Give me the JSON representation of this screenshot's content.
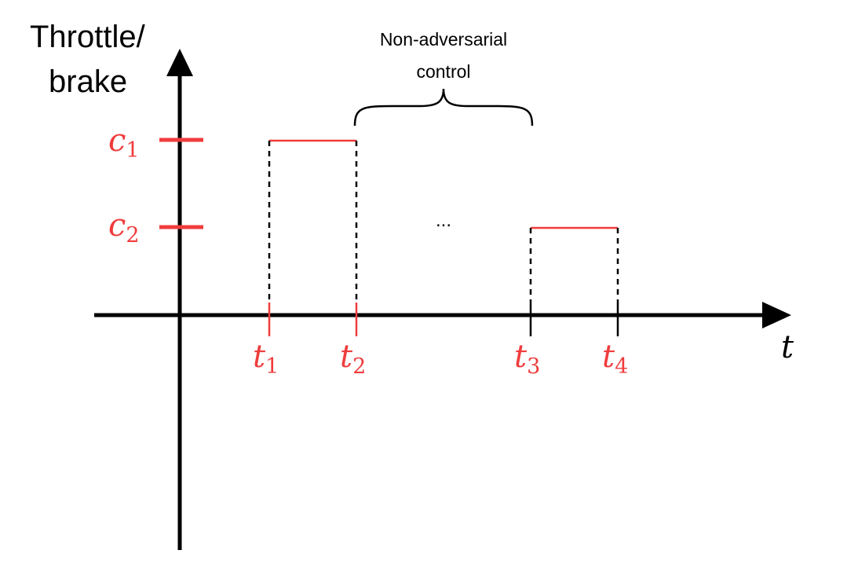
{
  "axis": {
    "y_label_line1": "Throttle/",
    "y_label_line2": "brake",
    "x_label": "t"
  },
  "levels": [
    {
      "symbol": "c",
      "subscript": "1"
    },
    {
      "symbol": "c",
      "subscript": "2"
    }
  ],
  "times": [
    {
      "symbol": "t",
      "subscript": "1"
    },
    {
      "symbol": "t",
      "subscript": "2"
    },
    {
      "symbol": "t",
      "subscript": "3"
    },
    {
      "symbol": "t",
      "subscript": "4"
    }
  ],
  "annotation": {
    "line1": "Non-adversarial",
    "line2": "control"
  },
  "ellipsis": "...",
  "colors": {
    "accent": "#f03c3c",
    "axis": "#000000"
  }
}
